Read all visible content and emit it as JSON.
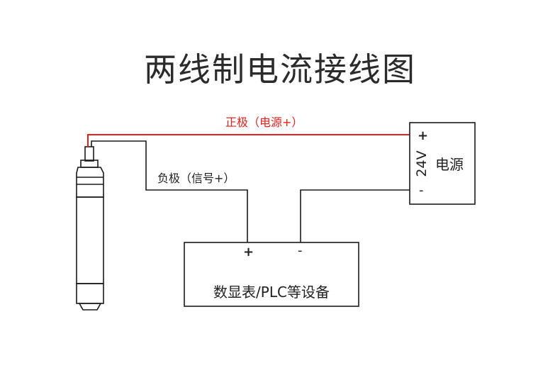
{
  "title": "两线制电流接线图",
  "labels": {
    "positive_wire": "正极（电源+）",
    "negative_wire": "负极（信号+）",
    "power_plus": "+",
    "power_voltage": "24V",
    "power_minus": "-",
    "power_name": "电源",
    "device_plus": "+",
    "device_minus": "-",
    "device_name": "数显表/PLC等设备"
  },
  "colors": {
    "positive_wire": "#e8201c",
    "wire": "#1a1a1a"
  }
}
